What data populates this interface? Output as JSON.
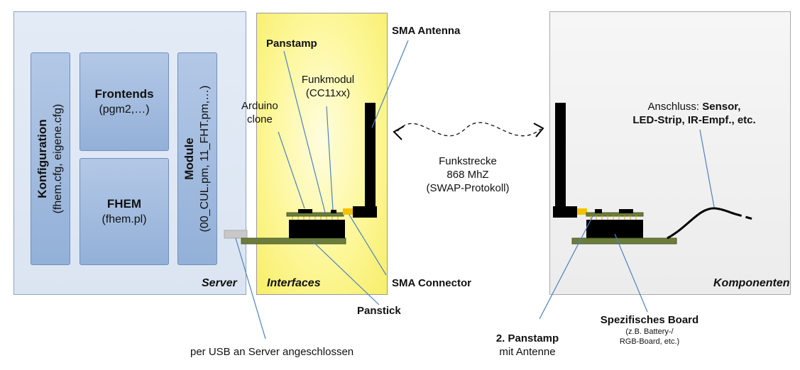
{
  "server": {
    "label": "Server",
    "konfiguration": {
      "title": "Konfiguration",
      "sub": "(fhem.cfg, eigene.cfg)"
    },
    "frontends": {
      "title": "Frontends",
      "sub": "(pgm2,…)"
    },
    "fhem": {
      "title": "FHEM",
      "sub": "(fhem.pl)"
    },
    "module": {
      "title": "Module",
      "sub": "(00_CUL.pm, 11_FHT.pm,…)"
    }
  },
  "interfaces": {
    "label": "Interfaces"
  },
  "components": {
    "label": "Komponenten"
  },
  "labels": {
    "panstamp": "Panstamp",
    "sma_antenna": "SMA Antenna",
    "funkmodul_1": "Funkmodul",
    "funkmodul_2": "(CC11xx)",
    "arduino_1": "Arduino",
    "arduino_2": "clone",
    "sma_connector": "SMA Connector",
    "panstick": "Panstick",
    "usb": "per USB an Server angeschlossen",
    "funk_1": "Funkstrecke",
    "funk_2": "868 MhZ",
    "funk_3": "(SWAP-Protokoll)",
    "anschluss_prefix": "Anschluss: ",
    "anschluss_bold_1": "Sensor,",
    "anschluss_bold_2": "LED-Strip, IR-Empf., etc.",
    "board_title": "Spezifisches Board",
    "board_sub_1": "(z.B. Battery-/",
    "board_sub_2": "RGB-Board, etc.)",
    "panstamp2_1": "2. Panstamp",
    "panstamp2_2": "mit Antenne"
  },
  "colors": {
    "server_bg": "#dbe5f1",
    "interfaces_bg": "#fdf79a",
    "components_bg": "#ececec",
    "module_box": "#a6bfe2",
    "board_green": "#6b7d3a",
    "connector_yellow": "#f2c200",
    "leader_line": "#4f81bd"
  }
}
